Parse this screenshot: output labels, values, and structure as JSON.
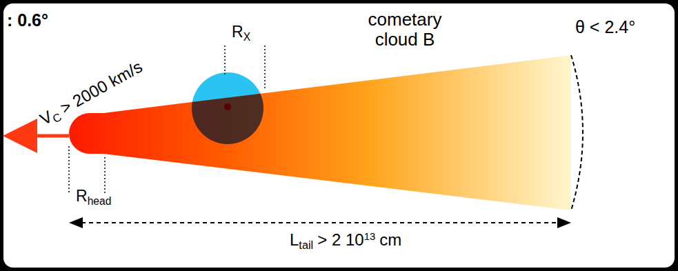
{
  "diagram": {
    "labels": [
      ": 0.6°",
      "V",
      "C",
      "> 2000 km/s",
      "R",
      "X",
      "cometary cloud B",
      "θ < 2.4°",
      "R",
      "head",
      "L",
      "tail",
      "> 2 10",
      "13",
      "cm"
    ]
  }
}
